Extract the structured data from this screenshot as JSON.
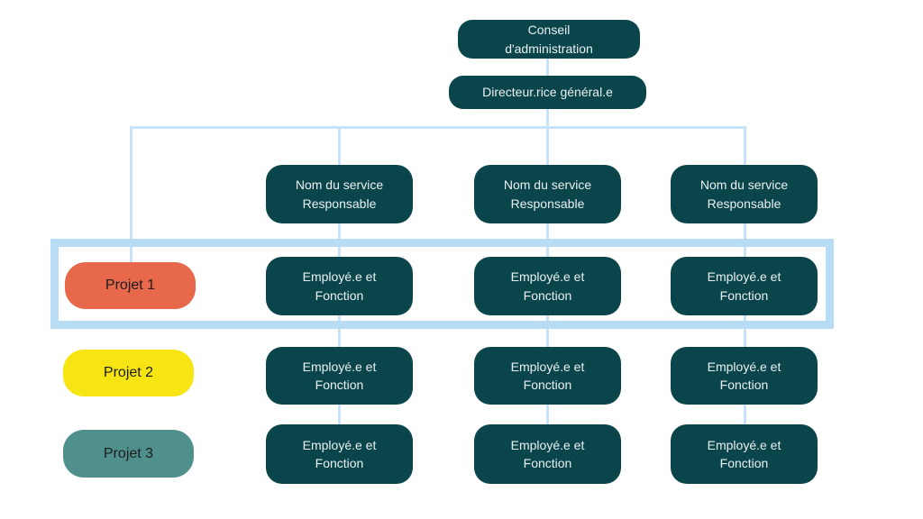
{
  "palette": {
    "background": "#ffffff",
    "node_fill": "#0b454c",
    "node_text": "#e9f0f1",
    "connector": "#c6e3f9",
    "highlight_border": "#b9dcf5",
    "project_text": "#1c1c1c"
  },
  "nodes": {
    "board": {
      "label": "Conseil\nd'administration"
    },
    "director": {
      "label": "Directeur.rice général.e"
    },
    "services": [
      {
        "label": "Nom du service\nResponsable"
      },
      {
        "label": "Nom du service\nResponsable"
      },
      {
        "label": "Nom du service\nResponsable"
      }
    ],
    "employees": [
      {
        "label": "Employé.e et\nFonction"
      },
      {
        "label": "Employé.e et\nFonction"
      },
      {
        "label": "Employé.e et\nFonction"
      },
      {
        "label": "Employé.e et\nFonction"
      },
      {
        "label": "Employé.e et\nFonction"
      },
      {
        "label": "Employé.e et\nFonction"
      },
      {
        "label": "Employé.e et\nFonction"
      },
      {
        "label": "Employé.e et\nFonction"
      },
      {
        "label": "Employé.e et\nFonction"
      }
    ],
    "projects": [
      {
        "label": "Projet 1",
        "color": "#e8684b"
      },
      {
        "label": "Projet 2",
        "color": "#f7e513"
      },
      {
        "label": "Projet 3",
        "color": "#4f908d"
      }
    ]
  }
}
